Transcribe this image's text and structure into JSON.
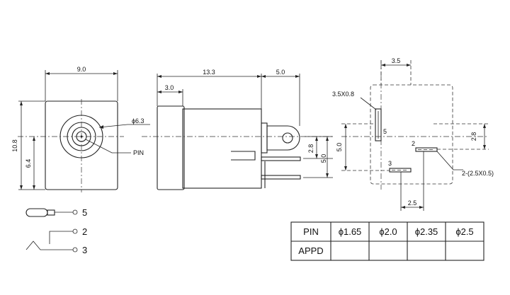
{
  "front_view": {
    "width_dim": "9.0",
    "height_dim": "10.8",
    "center_height_dim": "6.4",
    "hole_dim": "ϕ6.3",
    "pin_label": "PIN"
  },
  "side_view": {
    "length_dim": "13.3",
    "front_dim": "3.0",
    "tab_dim": "5.0",
    "pin_spacing_dim": "2.8",
    "pin_total_dim": "5.0"
  },
  "footprint": {
    "top_dim": "3.5",
    "slot_label": "3.5X0.8",
    "height_dim": "5.0",
    "right_dim": "2.8",
    "bottom_dim": "2.5",
    "pair_label": "2-(2.5X0.5)",
    "pad_5": "5",
    "pad_2": "2",
    "pad_3": "3"
  },
  "schematic": {
    "pin_5": "5",
    "pin_2": "2",
    "pin_3": "3"
  },
  "table": {
    "row1_header": "PIN",
    "row2_header": "APPD",
    "sizes": [
      "ϕ1.65",
      "ϕ2.0",
      "ϕ2.35",
      "ϕ2.5"
    ]
  }
}
